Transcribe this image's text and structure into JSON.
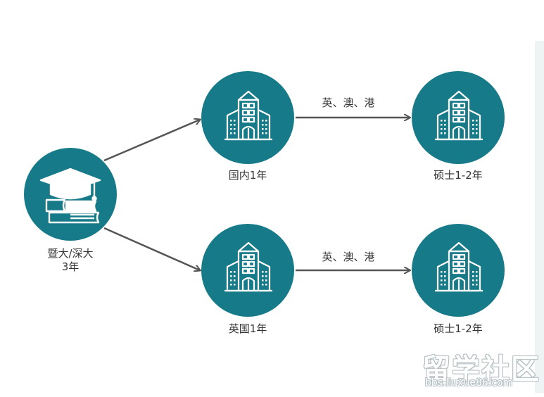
{
  "colors": {
    "circle": "#167a88",
    "arrow": "#555555",
    "icon": "#ffffff"
  },
  "nodes": {
    "start": {
      "label_line1": "暨大/深大",
      "label_line2": "3年",
      "icon": "graduation-cap-books-icon"
    },
    "domestic": {
      "label": "国内1年",
      "icon": "school-building-icon"
    },
    "uk": {
      "label": "英国1年",
      "icon": "school-building-icon"
    },
    "master_top": {
      "label": "硕士1-2年",
      "icon": "school-building-icon"
    },
    "master_bottom": {
      "label": "硕士1-2年",
      "icon": "school-building-icon"
    }
  },
  "edges": {
    "top_label": "英、澳、港",
    "bottom_label": "英、澳、港"
  },
  "watermark": {
    "title": "留学社区",
    "url": "bbs.liuxue86.com"
  }
}
